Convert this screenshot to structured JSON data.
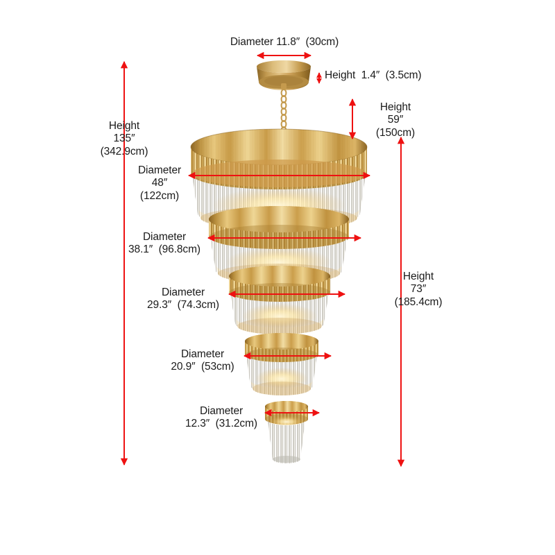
{
  "page": {
    "title": "Chandelier Dimension Diagram",
    "background_color": "#ffffff",
    "dimension_line_color": "#ee1111",
    "text_color": "#1a1a1a"
  },
  "annotations": {
    "canopy_diameter": {
      "text": "Diameter 11.8″  (30cm)",
      "value_in": "11.8",
      "value_cm": "30",
      "kind": "diameter"
    },
    "canopy_height": {
      "text": "Height  1.4″  (3.5cm)",
      "value_in": "1.4",
      "value_cm": "3.5",
      "kind": "height"
    },
    "chain_height": {
      "text": "Height\n59″\n(150cm)",
      "value_in": "59",
      "value_cm": "150",
      "kind": "height"
    },
    "total_height": {
      "text": "Height\n135″\n(342.9cm)",
      "value_in": "135",
      "value_cm": "342.9",
      "kind": "height"
    },
    "body_height": {
      "text": "Height\n73″\n(185.4cm)",
      "value_in": "73",
      "value_cm": "185.4",
      "kind": "height"
    },
    "tier1_diameter": {
      "text": "Diameter\n48″\n(122cm)",
      "value_in": "48",
      "value_cm": "122",
      "kind": "diameter"
    },
    "tier2_diameter": {
      "text": "Diameter\n38.1″  (96.8cm)",
      "value_in": "38.1",
      "value_cm": "96.8",
      "kind": "diameter"
    },
    "tier3_diameter": {
      "text": "Diameter\n29.3″  (74.3cm)",
      "value_in": "29.3",
      "value_cm": "74.3",
      "kind": "diameter"
    },
    "tier4_diameter": {
      "text": "Diameter\n20.9″  (53cm)",
      "value_in": "20.9",
      "value_cm": "53",
      "kind": "diameter"
    },
    "tier5_diameter": {
      "text": "Diameter\n12.3″  (31.2cm)",
      "value_in": "12.3",
      "value_cm": "31.2",
      "kind": "diameter"
    }
  },
  "product": {
    "type": "multi-tier crystal chandelier",
    "finish": "polished gold",
    "crystal": "clear faceted rods",
    "tier_count": 5
  }
}
